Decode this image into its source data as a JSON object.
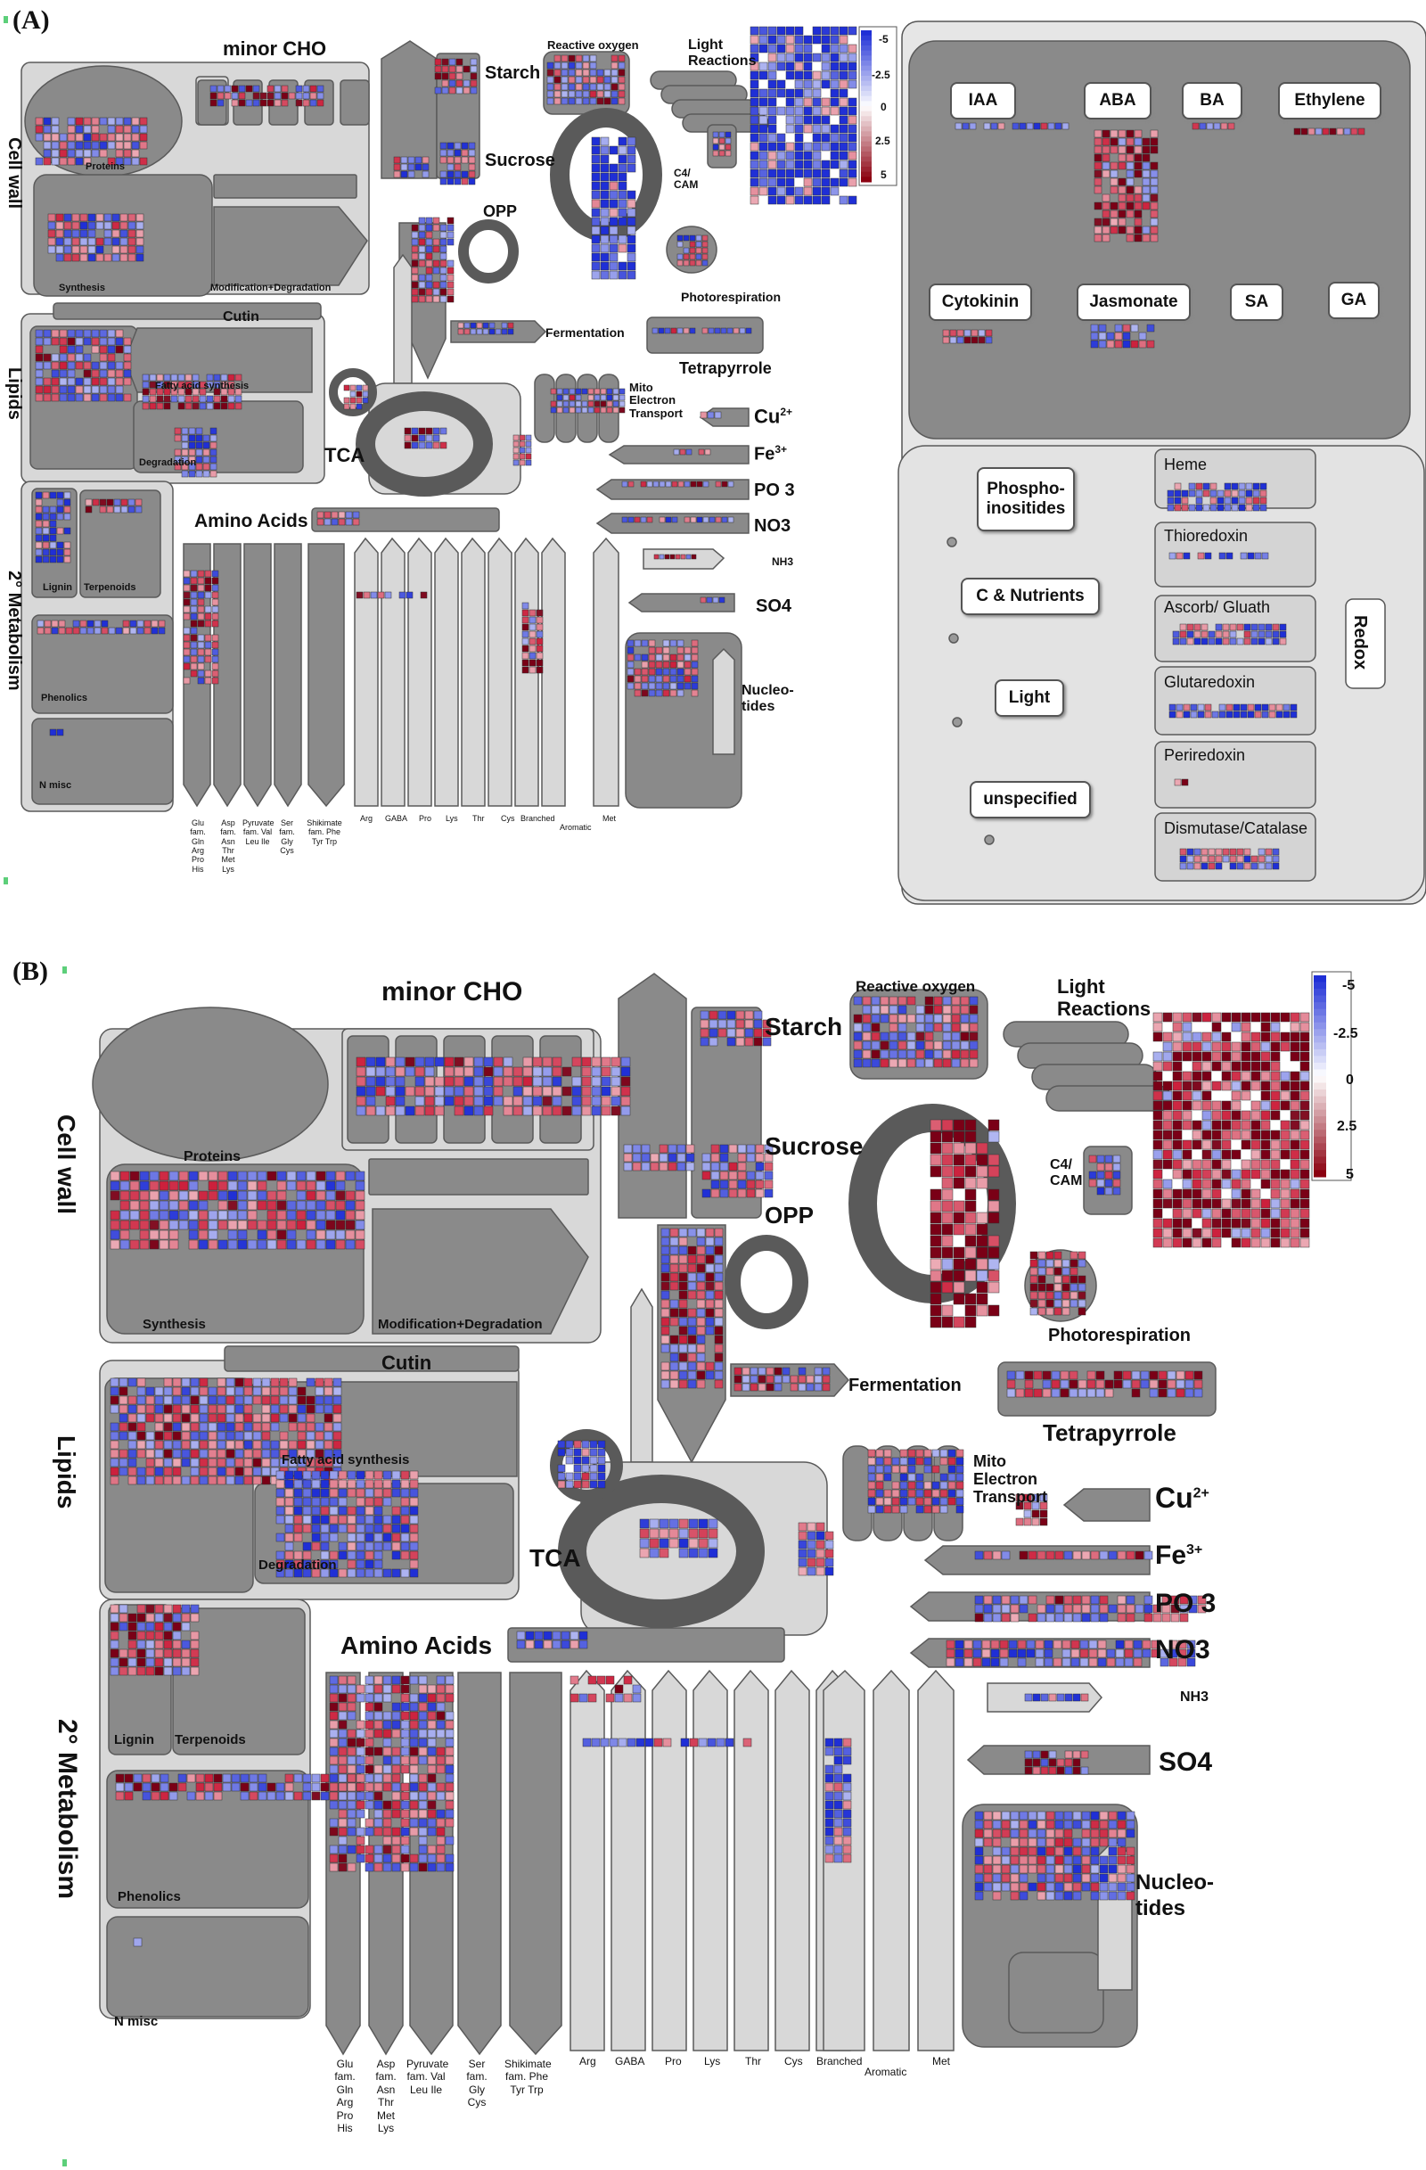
{
  "panels": [
    {
      "letter": "(A)",
      "map": {
        "minor_cho": "minor CHO",
        "starch": "Starch",
        "sucrose": "Sucrose",
        "opp": "OPP",
        "fermentation": "Fermentation",
        "tca": "TCA",
        "amino_acids": "Amino Acids",
        "reactive_oxygen": "Reactive oxygen",
        "light_reactions": "Light Reactions",
        "c4_cam": "C4/ CAM",
        "photorespiration": "Photorespiration",
        "tetrapyrrole": "Tetrapyrrole",
        "mito": "Mito Electron Transport",
        "cu": "Cu",
        "cu_sup": "2+",
        "fe": "Fe",
        "fe_sup": "3+",
        "po": "PO 3",
        "no": "NO3",
        "nh": "NH3",
        "so": "SO4",
        "nucleotides": "Nucleo- tides",
        "cell_wall": "Cell wall",
        "proteins": "Proteins",
        "synthesis": "Synthesis",
        "mod_deg": "Modification+Degradation",
        "cutin": "Cutin",
        "lipids": "Lipids",
        "fatty_acid": "Fatty acid synthesis",
        "degradation": "Degradation",
        "lignin": "Lignin",
        "terpenoids": "Terpenoids",
        "secondary_metabolism": "2° Metabolism",
        "phenolics": "Phenolics",
        "n_misc": "N misc",
        "aa_families": [
          "Glu fam. Gln Arg Pro His",
          "Asp fam. Asn Thr Met Lys",
          "Pyruvate fam. Val Leu Ile",
          "Ser fam. Gly Cys",
          "Shikimate fam. Phe Tyr Trp"
        ],
        "aa_singles": [
          "Arg",
          "GABA",
          "Pro",
          "Lys",
          "Thr",
          "Cys",
          "Branched",
          "Aromatic",
          "Met"
        ]
      },
      "colorbar_ticks": [
        "-5",
        "-2.5",
        "0",
        "2.5",
        "5"
      ]
    },
    {
      "letter": "(B)",
      "colorbar_ticks": [
        "-5",
        "-2.5",
        "0",
        "2.5",
        "5"
      ]
    }
  ],
  "hormones": [
    "IAA",
    "ABA",
    "BA",
    "Ethylene",
    "Cytokinin",
    "Jasmonate",
    "SA",
    "GA"
  ],
  "regulation": {
    "left": [
      "Phospho- inositides",
      "C & Nutrients",
      "Light",
      "unspecified"
    ],
    "redox_label": "Redox",
    "redox_items": [
      "Heme",
      "Thioredoxin",
      "Ascorb/ Gluath",
      "Glutaredoxin",
      "Periredoxin",
      "Dismutase/Catalase"
    ]
  },
  "colors": {
    "box_dark": "#8a8a8a",
    "box_light": "#d8d8d8",
    "neg": "#1f2fd6",
    "pos": "#c8102e",
    "neutral": "#ffffff"
  }
}
